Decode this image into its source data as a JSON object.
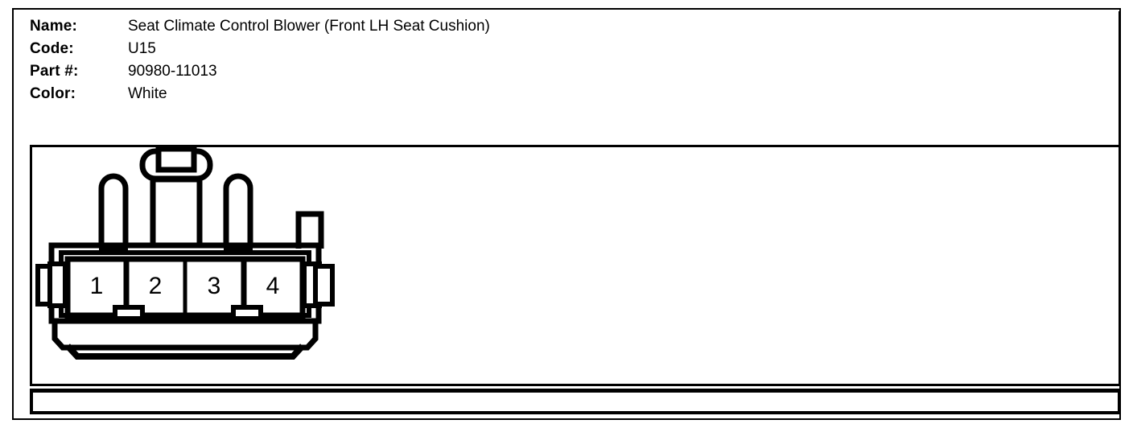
{
  "document": {
    "type": "connector-detail-sheet",
    "ink_color": "#000000",
    "background_color": "#ffffff"
  },
  "info": {
    "rows": [
      {
        "label": "Name:",
        "value": "Seat Climate Control Blower (Front LH Seat Cushion)"
      },
      {
        "label": "Code:",
        "value": "U15"
      },
      {
        "label": "Part #:",
        "value": "90980-11013"
      },
      {
        "label": "Color:",
        "value": "White"
      }
    ]
  },
  "diagram": {
    "title": "connector-face-view",
    "connector": {
      "cavity_count": 4,
      "orientation": "front-face",
      "features": [
        "center-latch-tab",
        "left-guide-post",
        "right-guide-post",
        "right-rib-post",
        "left-side-lock-tab",
        "right-side-lock-tab",
        "lower-skirt"
      ]
    },
    "pins": [
      {
        "number": "1"
      },
      {
        "number": "2"
      },
      {
        "number": "3"
      },
      {
        "number": "4"
      }
    ]
  }
}
